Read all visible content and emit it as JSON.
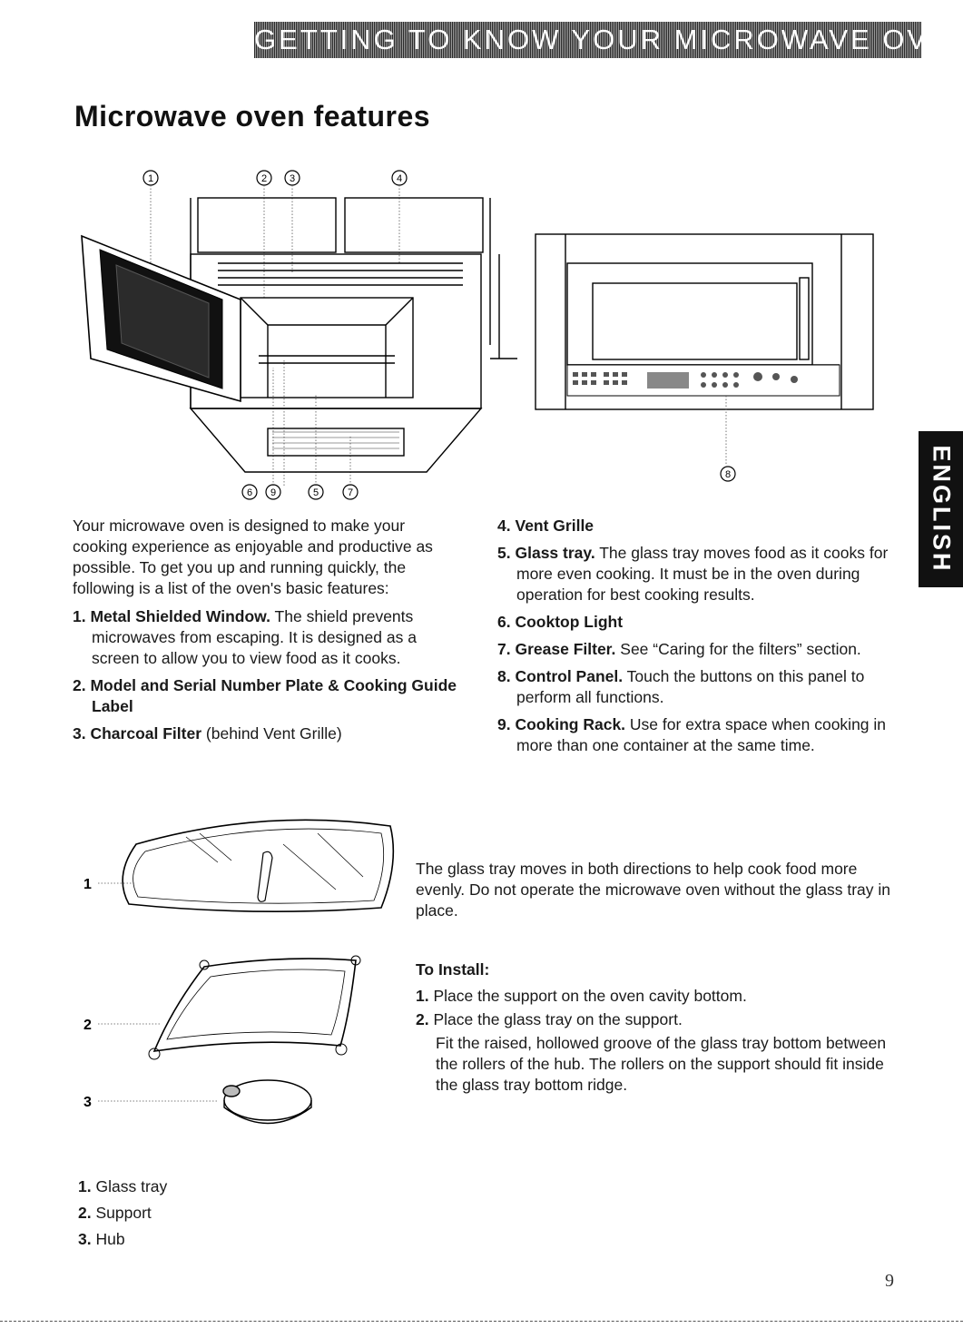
{
  "header": {
    "section_title": "GETTING TO KNOW YOUR MICROWAVE OVEN"
  },
  "page_title": "Microwave oven features",
  "side_tab": "ENGLISH",
  "callouts": {
    "top": [
      "1",
      "2",
      "3",
      "4"
    ],
    "bottom": [
      "6",
      "9",
      "5",
      "7"
    ],
    "panel": "8"
  },
  "intro": "Your microwave oven is designed to make your cooking experience as enjoyable and productive as possible. To get you up and running quickly, the following is a list of the oven's basic features:",
  "features": [
    {
      "num": "1.",
      "title": "Metal Shielded Window.",
      "desc": "The shield prevents microwaves from escaping. It is designed as a screen to allow you to view food as it cooks."
    },
    {
      "num": "2.",
      "title": "Model and Serial Number Plate & Cooking Guide Label",
      "desc": ""
    },
    {
      "num": "3.",
      "title": "Charcoal Filter",
      "desc": "(behind Vent Grille)"
    },
    {
      "num": "4.",
      "title": "Vent Grille",
      "desc": ""
    },
    {
      "num": "5.",
      "title": "Glass tray.",
      "desc": "The glass tray moves food as it cooks for more even cooking. It must be in the oven during operation for best cooking results."
    },
    {
      "num": "6.",
      "title": "Cooktop Light",
      "desc": ""
    },
    {
      "num": "7.",
      "title": "Grease Filter.",
      "desc": "See “Caring for the filters” section."
    },
    {
      "num": "8.",
      "title": "Control Panel.",
      "desc": "Touch the buttons on this panel to perform all functions."
    },
    {
      "num": "9.",
      "title": "Cooking Rack.",
      "desc": "Use for extra space when cooking in more than one container at the same time."
    }
  ],
  "tray_callouts": [
    "1",
    "2",
    "3"
  ],
  "tray_text": "The glass tray moves in both directions to help cook food more evenly. Do not operate the microwave oven without the glass tray in place.",
  "install": {
    "title": "To Install:",
    "steps": [
      {
        "num": "1.",
        "text": "Place the support on the oven cavity bottom."
      },
      {
        "num": "2.",
        "text": "Place the glass tray on the support."
      }
    ],
    "note": "Fit the raised, hollowed groove of the glass tray bottom between the rollers of the hub. The rollers on the support should fit inside the glass tray bottom ridge."
  },
  "legend": [
    {
      "num": "1.",
      "label": "Glass tray"
    },
    {
      "num": "2.",
      "label": "Support"
    },
    {
      "num": "3.",
      "label": "Hub"
    }
  ],
  "page_number": "9"
}
